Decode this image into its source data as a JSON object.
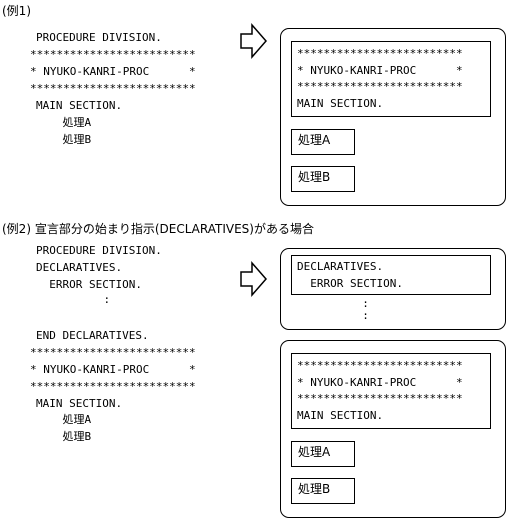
{
  "example1": {
    "heading": "(例1)",
    "code_lines": [
      "PROCEDURE DIVISION.",
      "*************************",
      "* NYUKO-KANRI-PROC      *",
      "*************************",
      "MAIN SECTION.",
      "    処理A",
      "    処理B"
    ],
    "panel_box_lines": [
      "*************************",
      "* NYUKO-KANRI-PROC      *",
      "*************************",
      "MAIN SECTION."
    ],
    "process_a": "処理A",
    "process_b": "処理B"
  },
  "example2": {
    "heading": "(例2) 宣言部分の始まり指示(DECLARATIVES)がある場合",
    "code_lines": [
      "PROCEDURE DIVISION.",
      "DECLARATIVES.",
      "  ERROR SECTION.",
      "            :",
      "",
      "END DECLARATIVES.",
      "*************************",
      "* NYUKO-KANRI-PROC      *",
      "*************************",
      "MAIN SECTION.",
      "    処理A",
      "    処理B"
    ],
    "declaratives_box_lines": [
      "DECLARATIVES.",
      "  ERROR SECTION.",
      "          :",
      "          :"
    ],
    "panel_box_lines": [
      "*************************",
      "* NYUKO-KANRI-PROC      *",
      "*************************",
      "MAIN SECTION."
    ],
    "process_a": "処理A",
    "process_b": "処理B"
  }
}
